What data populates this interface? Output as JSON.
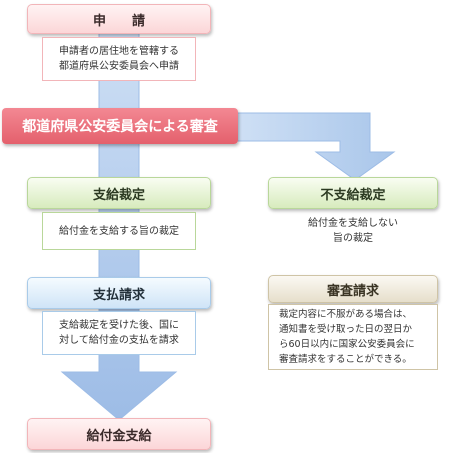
{
  "steps": {
    "application": {
      "title": "申　　請",
      "desc": "申請者の居住地を管轄する\n都道府県公安委員会へ申請"
    },
    "review": {
      "title": "都道府県公安委員会による審査"
    },
    "approval": {
      "title": "支給裁定",
      "desc": "給付金を支給する旨の裁定"
    },
    "rejection": {
      "title": "不支給裁定",
      "desc": "給付金を支給しない\n旨の裁定"
    },
    "payment_request": {
      "title": "支払請求",
      "desc": "支給裁定を受けた後、国に\n対して給付金の支払を請求"
    },
    "appeal": {
      "title": "審査請求",
      "desc": "裁定内容に不服がある場合は、\n通知書を受け取った日の翌日か\nら60日以内に国家公安委員会に\n審査請求をすることができる。"
    },
    "payout": {
      "title": "給付金支給"
    }
  },
  "colors": {
    "pink": "#e4606c",
    "arrow_blue": "#a9c6ea",
    "green": "#d7ebbd",
    "blue": "#cfe4f7",
    "tan": "#e6dfcb"
  }
}
